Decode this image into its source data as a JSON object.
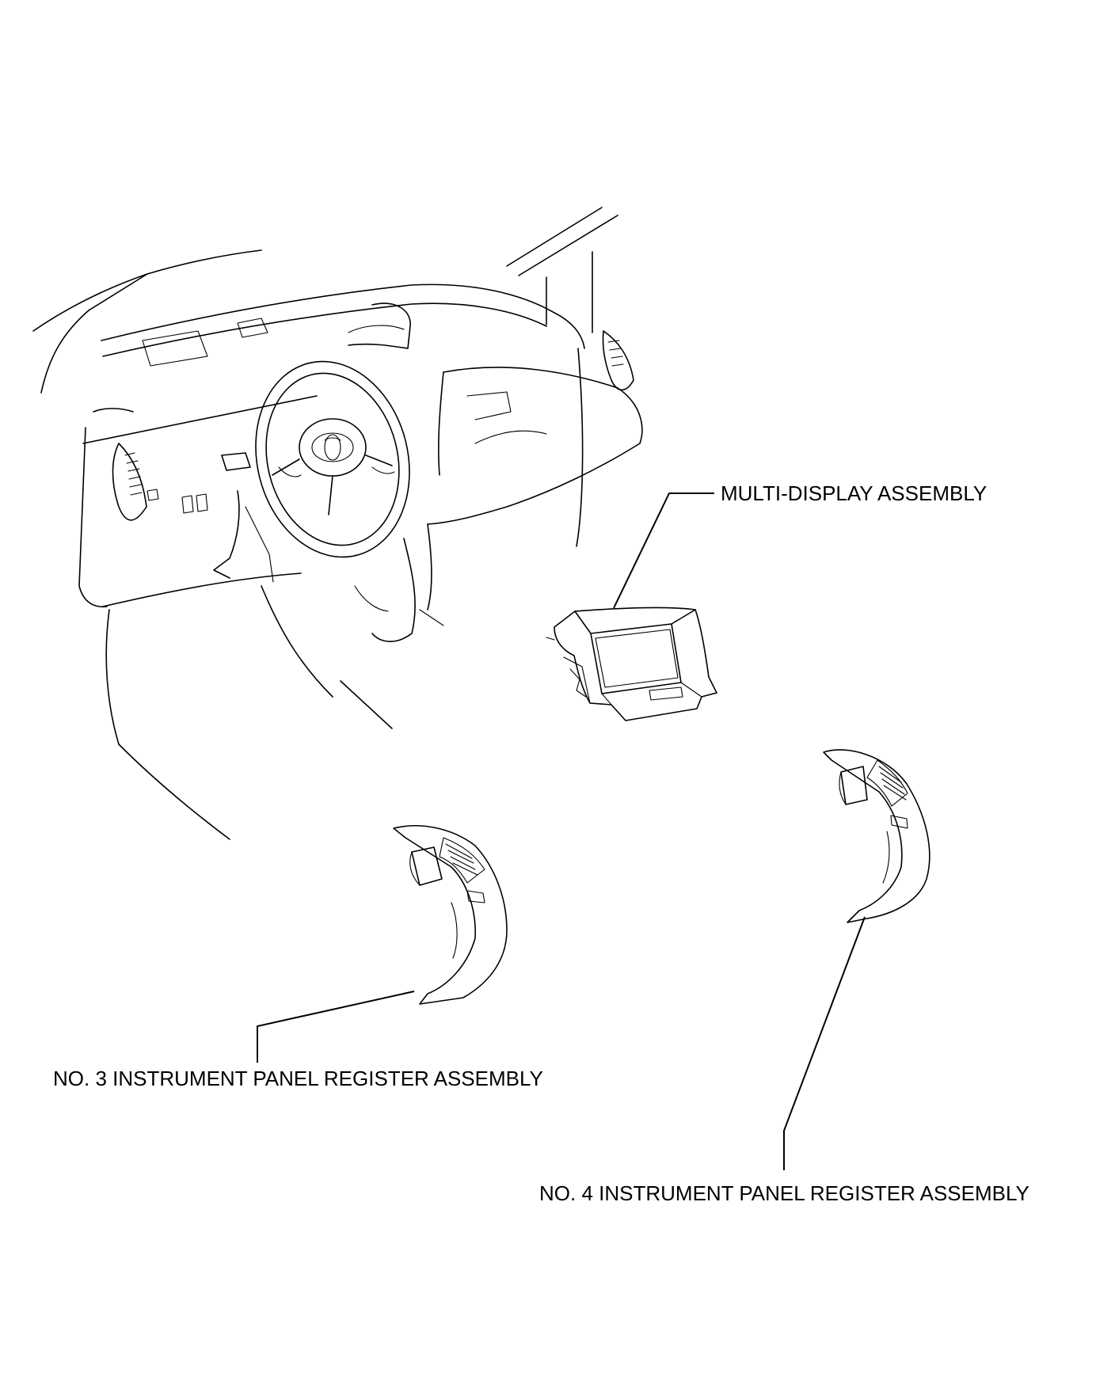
{
  "labels": {
    "multi_display": "MULTI-DISPLAY ASSEMBLY",
    "register_no3": "NO. 3 INSTRUMENT PANEL REGISTER ASSEMBLY",
    "register_no4": "NO. 4 INSTRUMENT PANEL REGISTER ASSEMBLY"
  },
  "colors": {
    "line": "#000000",
    "background": "#ffffff"
  }
}
